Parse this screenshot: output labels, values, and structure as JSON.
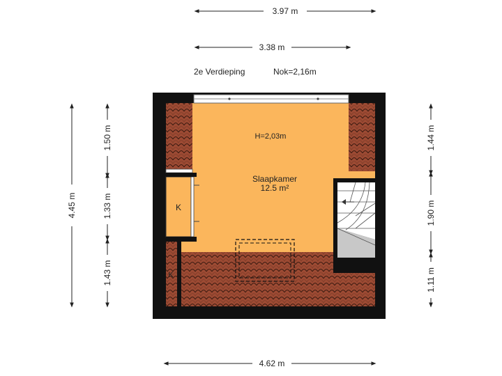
{
  "header": {
    "floor_name": "2e Verdieping",
    "ridge_height": "Nok=2,16m"
  },
  "rooms": {
    "main": {
      "name": "Slaapkamer",
      "area": "12.5 m²",
      "height": "H=2,03m"
    },
    "storage_upper": "K",
    "storage_lower": "K"
  },
  "dimensions": {
    "top_outer": "3.97 m",
    "top_inner": "3.38 m",
    "bottom": "4.62 m",
    "left_total": "4.45 m",
    "left_upper": "1.50 m",
    "left_middle": "1.33 m",
    "left_lower": "1.43 m",
    "right_upper": "1.44 m",
    "right_middle": "1.90 m",
    "right_lower": "1.11 m"
  },
  "colors": {
    "room_fill": "#FBB65C",
    "roof_tile": "#9C4A33",
    "wall": "#111111",
    "stair_gray": "#C8C8C8"
  }
}
